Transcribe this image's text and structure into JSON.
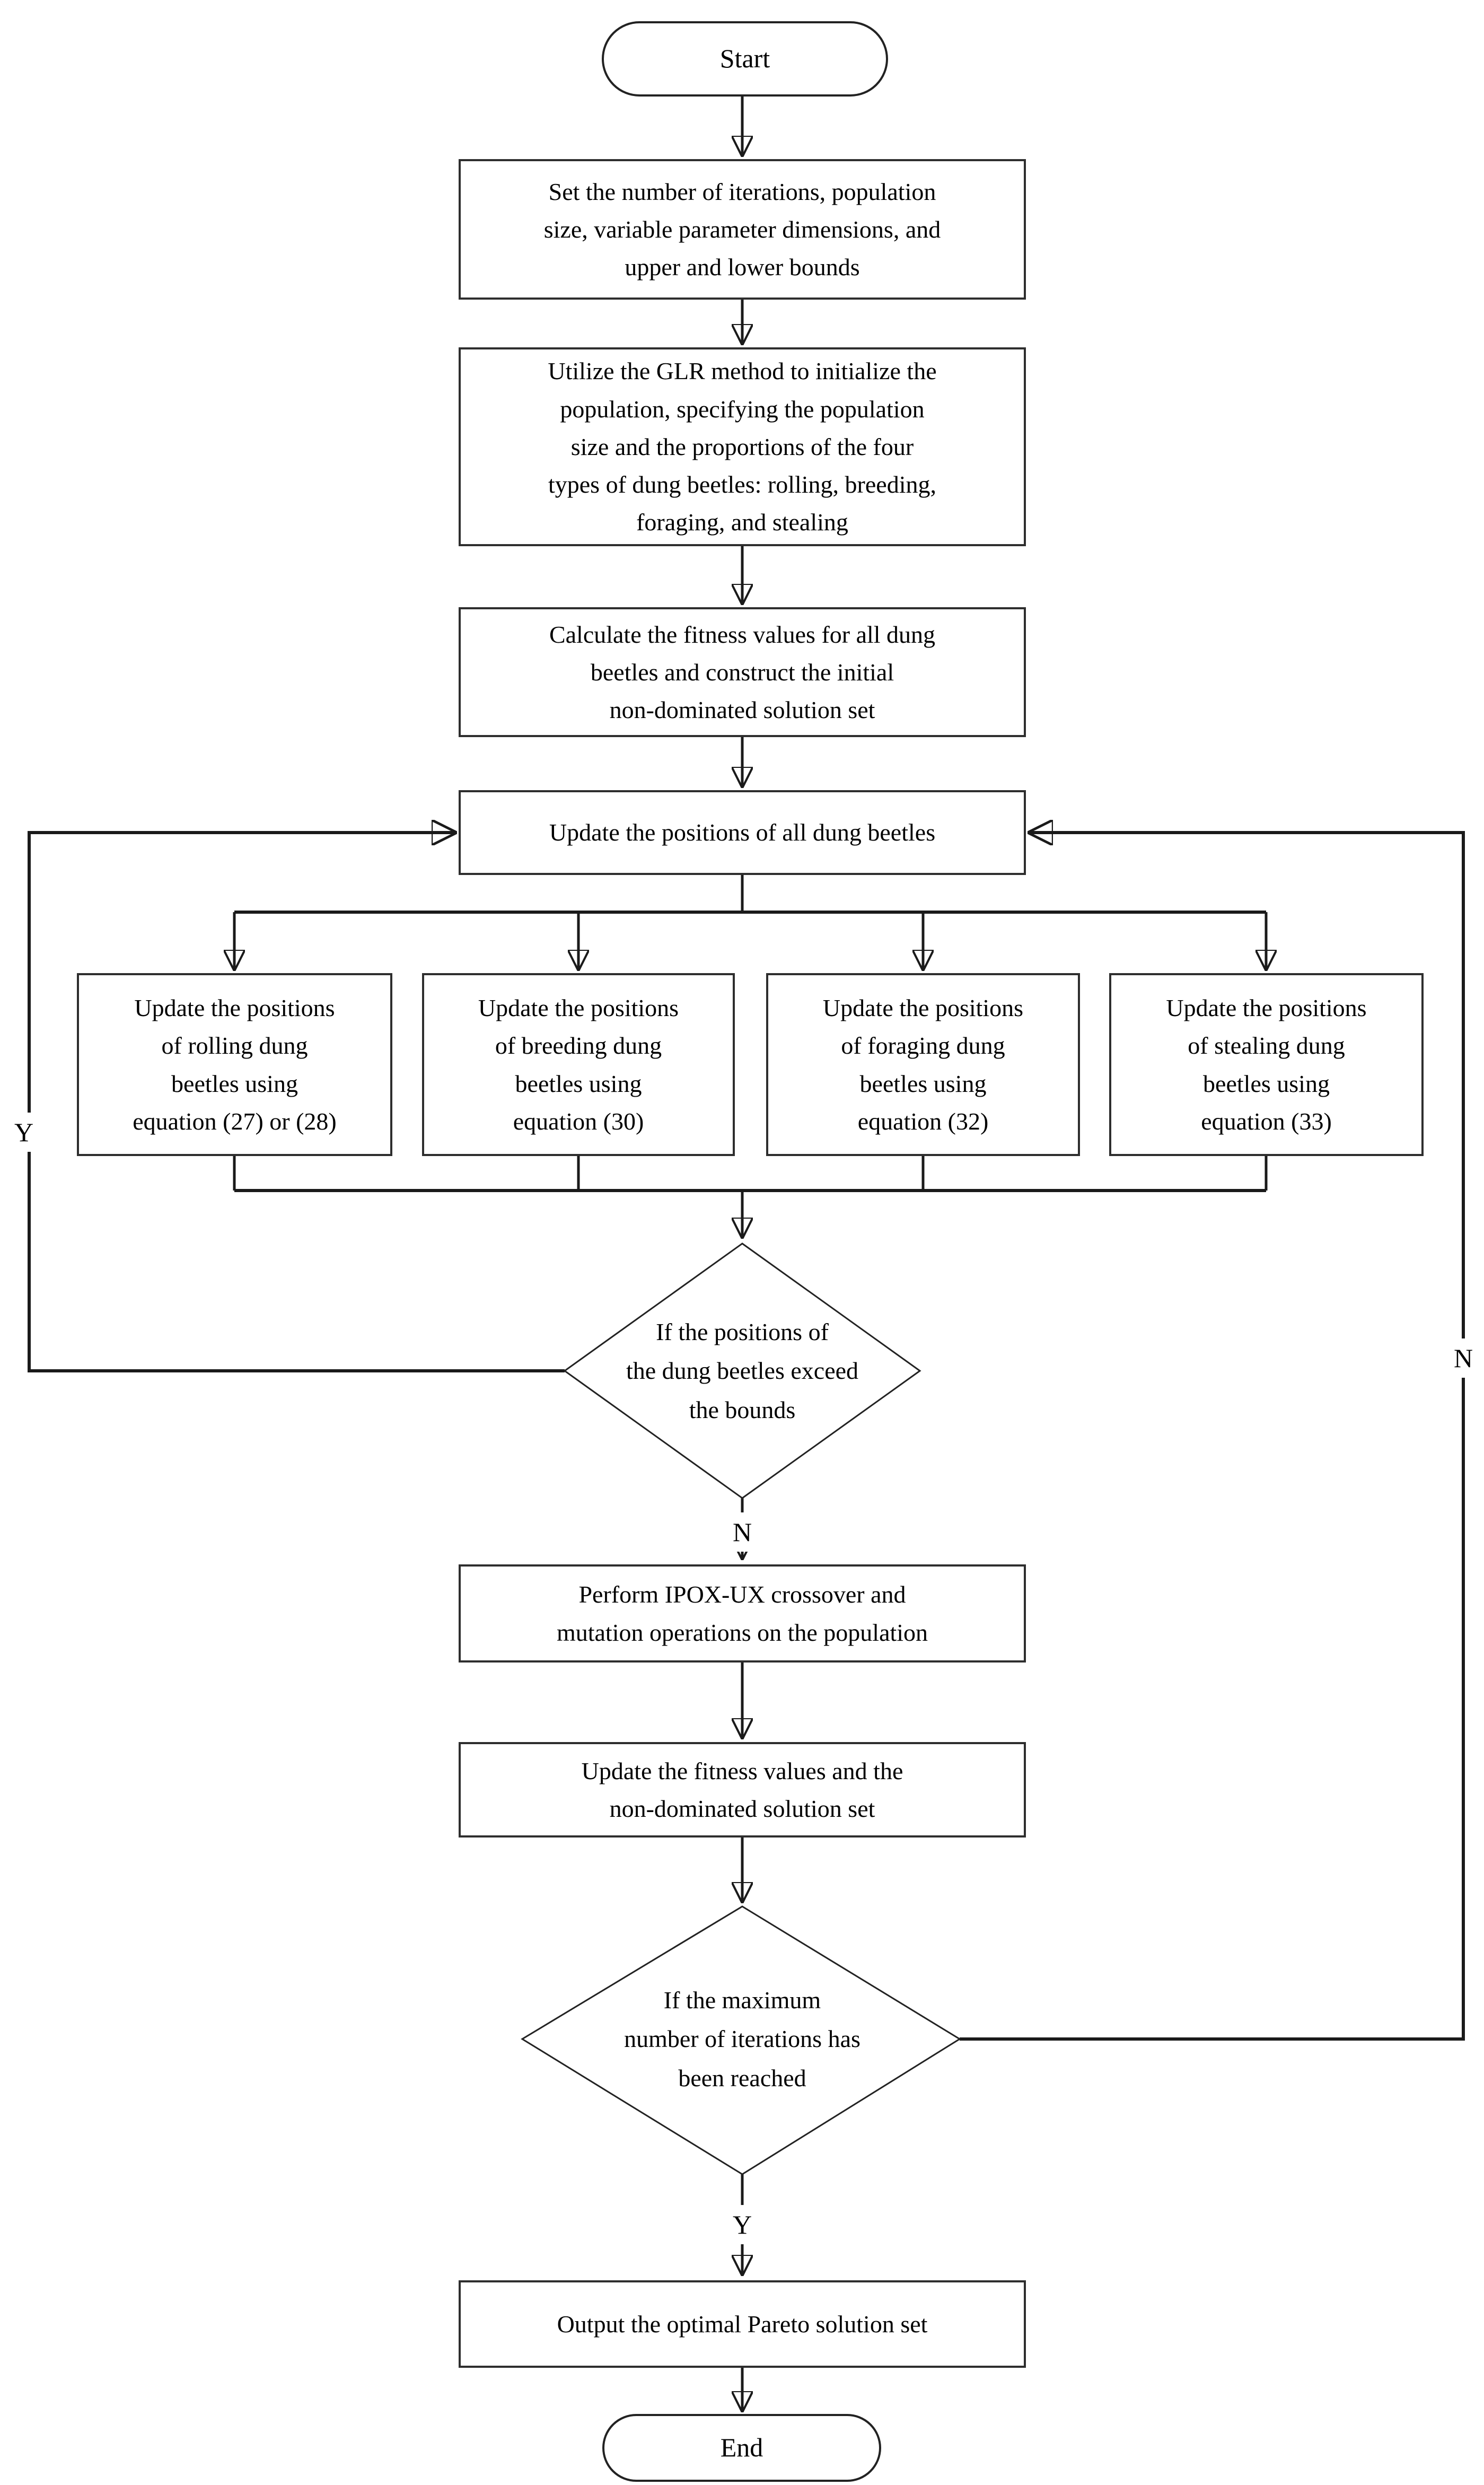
{
  "diagram": {
    "nodes": {
      "start": "Start",
      "set_params": "Set the number of iterations, population\nsize, variable parameter dimensions, and\nupper and lower bounds",
      "init_population": "Utilize the GLR method to initialize the\npopulation, specifying the population\nsize and the proportions of the four\ntypes of dung beetles: rolling, breeding,\nforaging, and stealing",
      "calc_fitness": "Calculate the fitness values for all dung\nbeetles and construct the initial\nnon-dominated solution set",
      "update_all": "Update the positions of all dung beetles",
      "update_rolling": "Update the positions\nof rolling dung\nbeetles using\nequation (27) or (28)",
      "update_breeding": "Update the positions\nof breeding dung\nbeetles using\nequation (30)",
      "update_foraging": "Update the positions\nof foraging dung\nbeetles using\nequation (32)",
      "update_stealing": "Update the positions\nof stealing dung\nbeetles using\nequation (33)",
      "check_bounds": "If the positions of\nthe dung beetles exceed\nthe bounds",
      "crossover": "Perform IPOX-UX crossover and\nmutation operations on the population",
      "update_fitness": "Update the fitness values and the\nnon-dominated solution set",
      "check_iterations": "If the maximum\nnumber of iterations has\nbeen reached",
      "output": "Output the optimal Pareto solution set",
      "end": "End"
    },
    "edge_labels": {
      "bounds_yes": "Y",
      "bounds_no": "N",
      "iterations_no": "N",
      "iterations_yes": "Y"
    },
    "colors": {
      "line": "#1a1a1a",
      "border": "#2e2e2e",
      "text": "#000000",
      "background": "#ffffff"
    }
  }
}
